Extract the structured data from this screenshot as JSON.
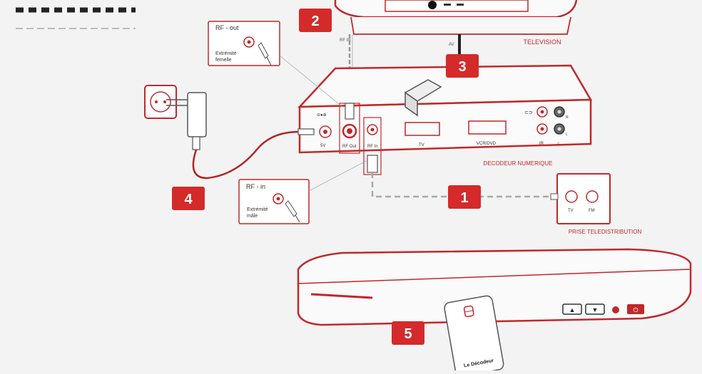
{
  "colors": {
    "line": "#c0282b",
    "badge": "#d42a2a",
    "badge_text": "#ffffff",
    "label": "#c0282b",
    "cable_gray": "#9a9a9a",
    "dark": "#222222"
  },
  "badges": [
    "2",
    "3",
    "4",
    "1",
    "5"
  ],
  "television": {
    "label": "TELEVISION",
    "rf_in_label": "RF IN",
    "av_label": "AV"
  },
  "decoder": {
    "label": "DECODEUR NUMERIQUE",
    "ports": {
      "power": "5V",
      "rf_out": "RF Out",
      "rf_in": "RF In",
      "tv": "TV",
      "vcr_dvd": "VCR/DVD",
      "ir": "IR",
      "audio_r": "R",
      "audio_l": "L"
    }
  },
  "callout_rf_out": {
    "title": "RF - out",
    "line1": "Extrémité",
    "line2": "femelle"
  },
  "callout_rf_in": {
    "title": "RF - in",
    "line1": "Extrémité",
    "line2": "mâle"
  },
  "wall_socket": {
    "label": "PRISE TELEDISTRIBUTION",
    "tv": "TV",
    "fm": "FM"
  },
  "remote": {
    "label": "Le Décodeur"
  }
}
